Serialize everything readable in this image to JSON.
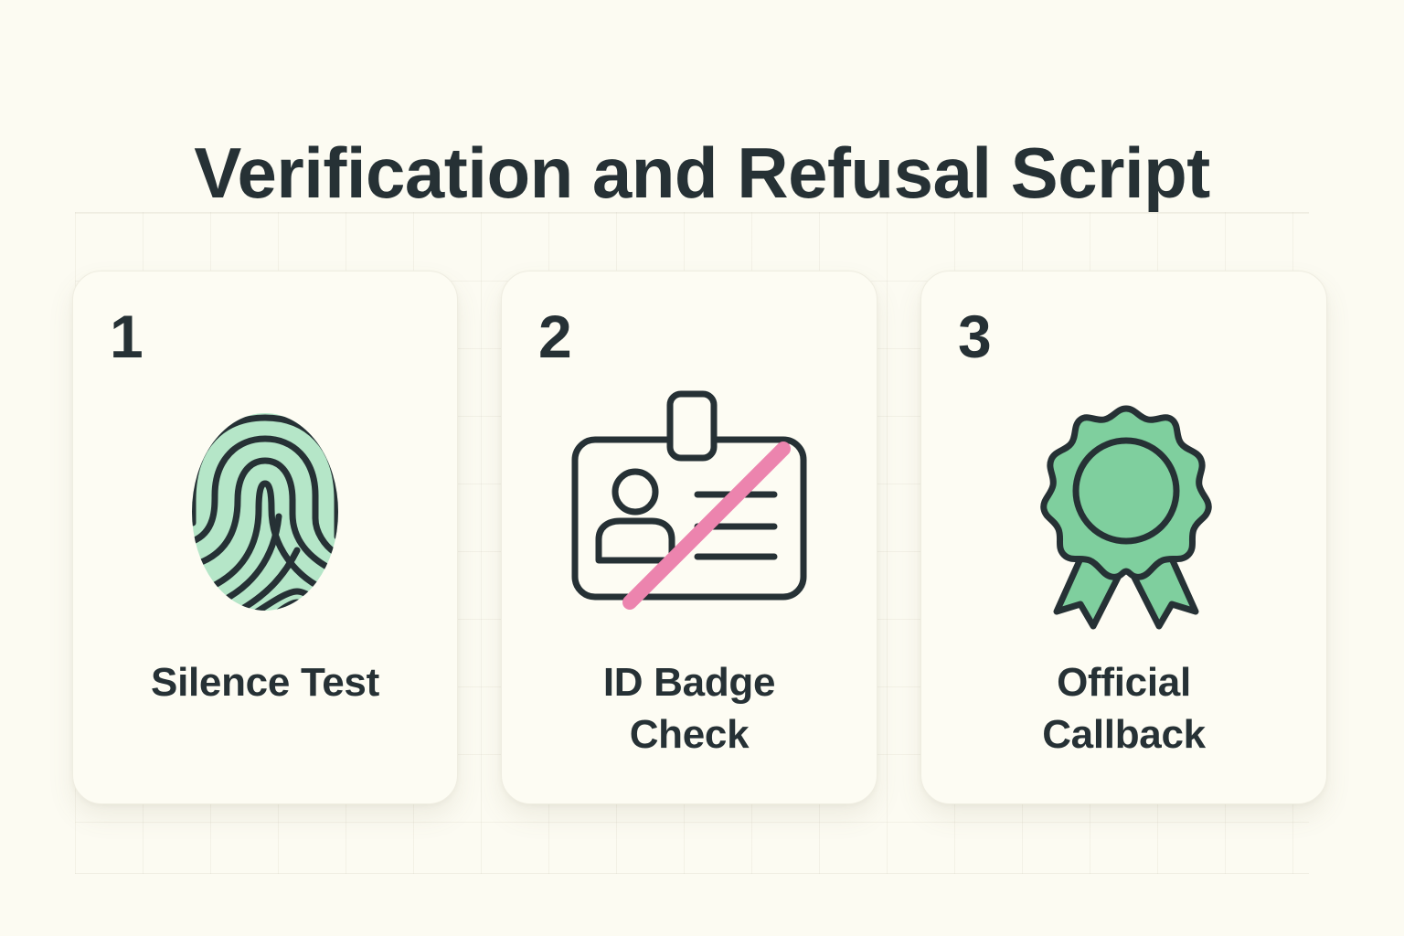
{
  "title": "Verification and Refusal Script",
  "colors": {
    "background": "#fcfbf2",
    "card": "#fdfcf3",
    "ink": "#263135",
    "green_light": "#b5e6c8",
    "green": "#7fcf9e",
    "pink": "#ec84ae"
  },
  "steps": [
    {
      "number": "1",
      "label": "Silence Test",
      "icon": "fingerprint-icon"
    },
    {
      "number": "2",
      "label_line1": "ID Badge",
      "label_line2": "Check",
      "icon": "id-badge-crossed-out-icon"
    },
    {
      "number": "3",
      "label_line1": "Official",
      "label_line2": "Callback",
      "icon": "award-ribbon-icon"
    }
  ]
}
